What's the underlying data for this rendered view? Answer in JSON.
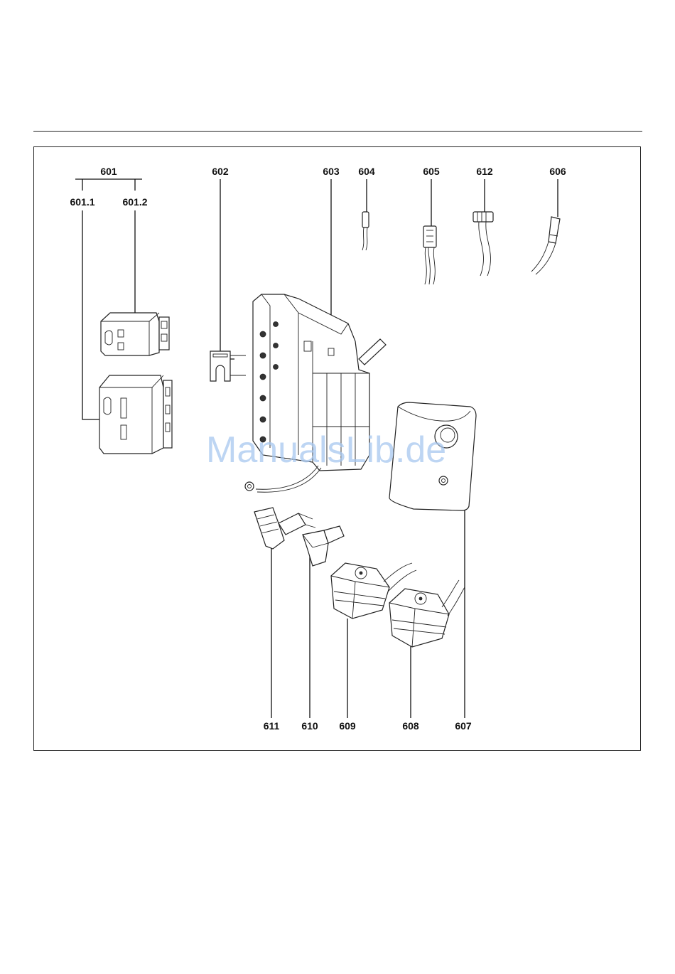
{
  "labels": {
    "l601": "601",
    "l601_1": "601.1",
    "l601_2": "601.2",
    "l602": "602",
    "l603": "603",
    "l604": "604",
    "l605": "605",
    "l612": "612",
    "l606": "606",
    "l611": "611",
    "l610": "610",
    "l609": "609",
    "l608": "608",
    "l607": "607"
  },
  "watermark": "ManualsLib.de"
}
